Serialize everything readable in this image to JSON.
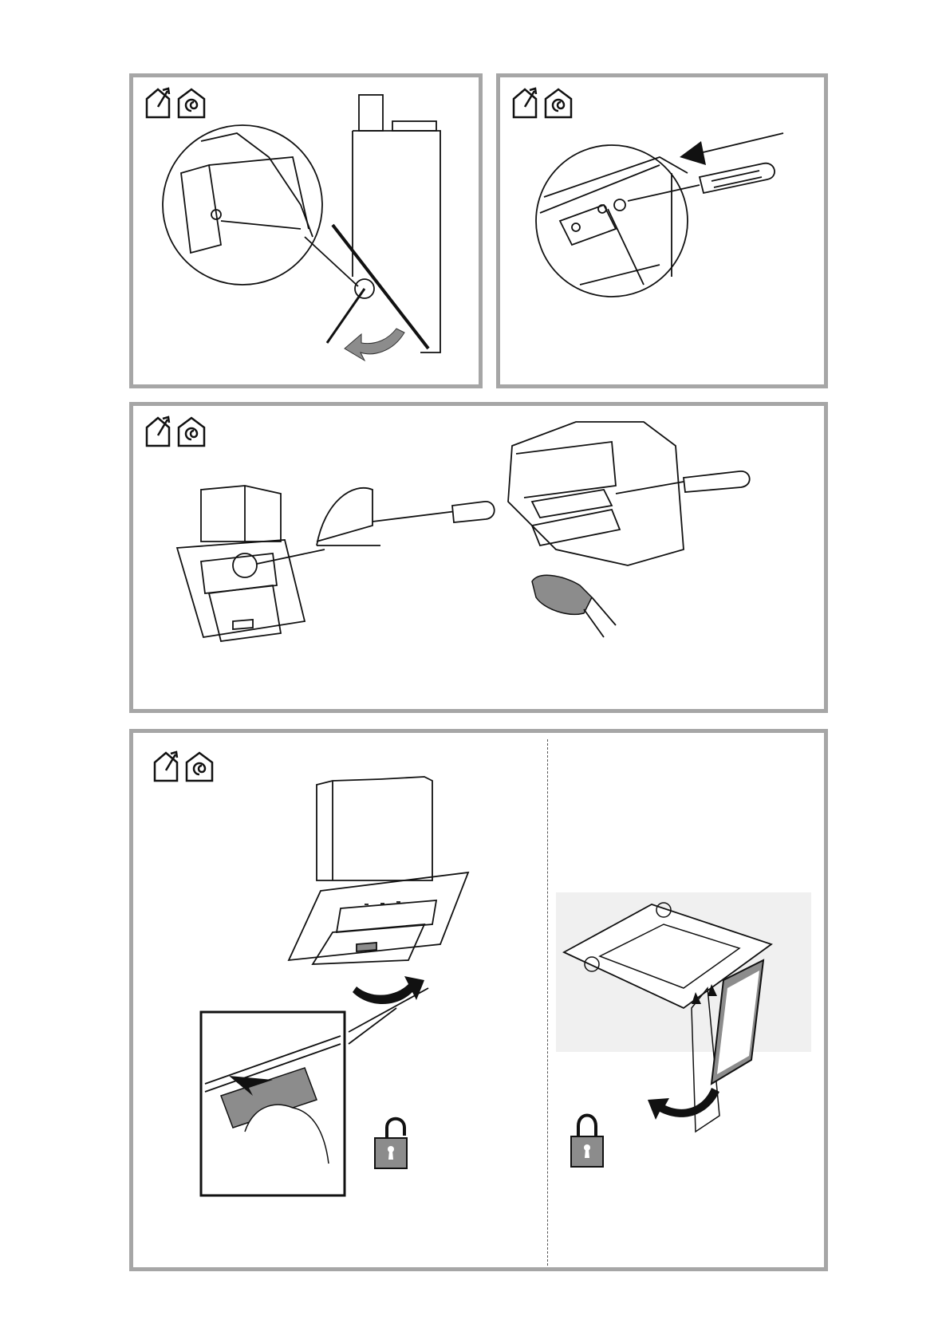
{
  "page": {
    "background": "#ffffff",
    "frame_color": "#a6a6a6"
  },
  "panels": [
    {
      "id": "panel-1",
      "icons": [
        "vented-house-icon",
        "recirculating-house-icon"
      ],
      "content": [
        "detail-magnifier-icon",
        "hood-side-view-icon",
        "glass-panel-open-arrow-icon"
      ]
    },
    {
      "id": "panel-2",
      "icons": [
        "vented-house-icon",
        "recirculating-house-icon"
      ],
      "content": [
        "screw-detail-magnifier-icon",
        "screwdriver-icon",
        "pointer-arrow-icon"
      ]
    },
    {
      "id": "panel-3",
      "icons": [
        "vented-house-icon",
        "recirculating-house-icon"
      ],
      "content": [
        "hood-front-view-icon",
        "screwdriver-icon",
        "gloved-hand-icon"
      ]
    },
    {
      "id": "panel-4",
      "icons": [
        "vented-house-icon",
        "recirculating-house-icon"
      ],
      "content": [
        "hood-open-view-icon",
        "filter-latch-detail-icon",
        "unlocked-padlock-icon",
        "filter-removal-icon",
        "locked-padlock-icon"
      ]
    }
  ],
  "colors": {
    "line": "#1a1a1a",
    "shade": "#8c8c8c",
    "light_shade": "#f0f0f0"
  }
}
